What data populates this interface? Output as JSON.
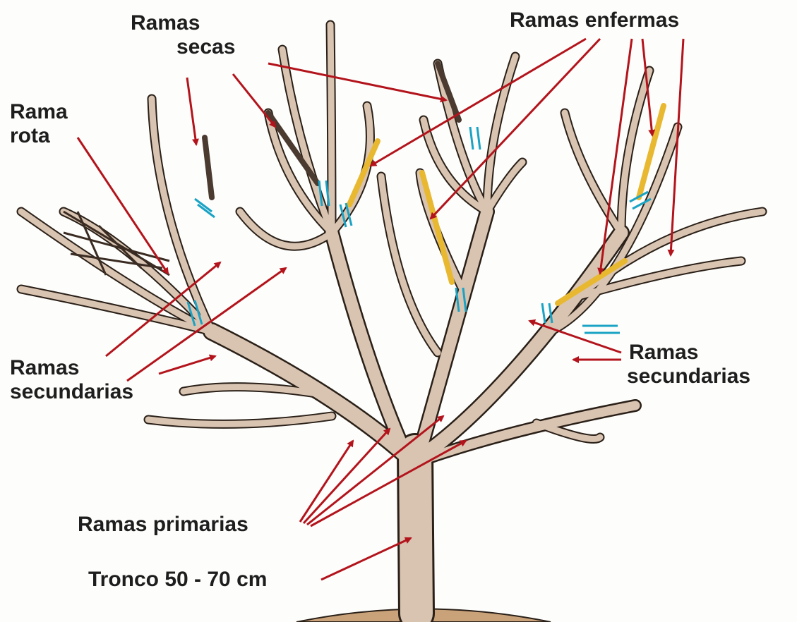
{
  "labels": {
    "ramas_secas": [
      "Ramas",
      "secas"
    ],
    "ramas_enfermas": "Ramas enfermas",
    "rama_rota": [
      "Rama",
      "rota"
    ],
    "ramas_secundarias_left": [
      "Ramas",
      "secundarias"
    ],
    "ramas_secundarias_right": [
      "Ramas",
      "secundarias"
    ],
    "ramas_primarias": "Ramas primarias",
    "tronco": "Tronco 50 - 70 cm"
  },
  "colors": {
    "branch_fill": "#d9c4b2",
    "branch_outline": "#2a2018",
    "diseased": "#e8b830",
    "dry": "#4a3a30",
    "cut_mark": "#1aa3c4",
    "arrow": "#b3141c",
    "soil": "#c9a27a",
    "label_text": "#1e1e1e"
  }
}
